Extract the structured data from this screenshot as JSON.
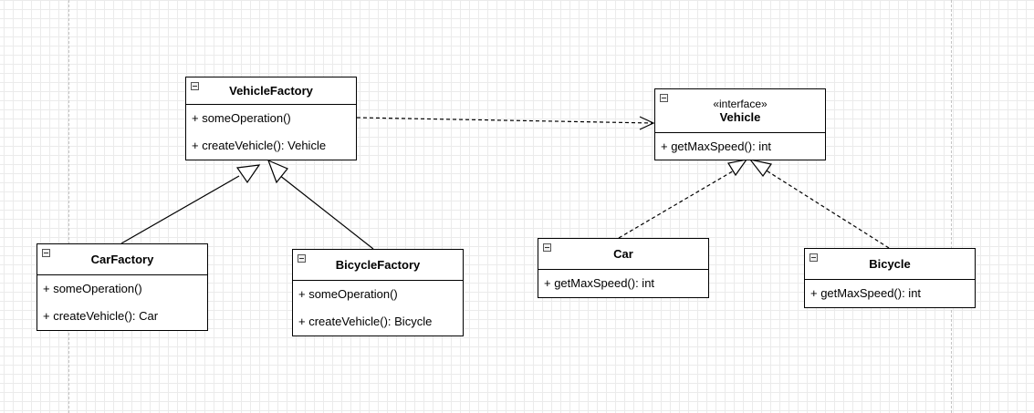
{
  "diagram": {
    "classes": {
      "vehicle_factory": {
        "name": "VehicleFactory",
        "operations": [
          "+ someOperation()",
          "+ createVehicle(): Vehicle"
        ]
      },
      "car_factory": {
        "name": "CarFactory",
        "operations": [
          "+ someOperation()",
          "+ createVehicle(): Car"
        ]
      },
      "bicycle_factory": {
        "name": "BicycleFactory",
        "operations": [
          "+ someOperation()",
          "+ createVehicle(): Bicycle"
        ]
      },
      "vehicle": {
        "stereotype": "«interface»",
        "name": "Vehicle",
        "operations": [
          "+ getMaxSpeed(): int"
        ]
      },
      "car": {
        "name": "Car",
        "operations": [
          "+ getMaxSpeed(): int"
        ]
      },
      "bicycle": {
        "name": "Bicycle",
        "operations": [
          "+ getMaxSpeed(): int"
        ]
      }
    },
    "relationships": [
      {
        "type": "generalization",
        "from": "CarFactory",
        "to": "VehicleFactory"
      },
      {
        "type": "generalization",
        "from": "BicycleFactory",
        "to": "VehicleFactory"
      },
      {
        "type": "dependency",
        "from": "VehicleFactory",
        "to": "Vehicle"
      },
      {
        "type": "realization",
        "from": "Car",
        "to": "Vehicle"
      },
      {
        "type": "realization",
        "from": "Bicycle",
        "to": "Vehicle"
      }
    ]
  },
  "colors": {
    "grid": "#ebebeb",
    "line": "#000000",
    "background": "#ffffff"
  }
}
